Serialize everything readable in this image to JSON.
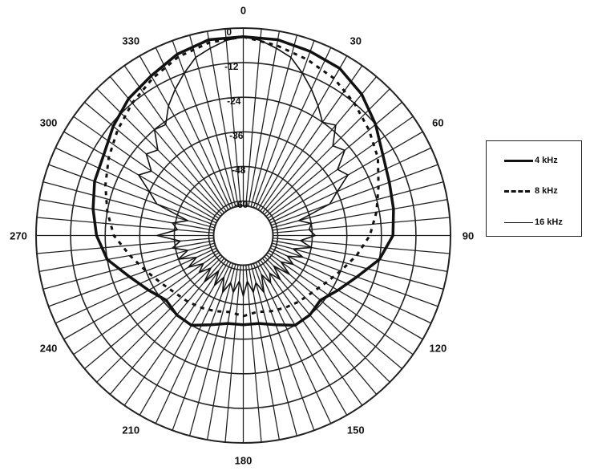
{
  "chart_data": {
    "type": "polar-line",
    "title": "",
    "angular_axis": {
      "unit": "degrees",
      "direction": "clockwise",
      "zero_at": "top",
      "tick_labels": [
        "0",
        "30",
        "60",
        "90",
        "120",
        "150",
        "180",
        "210",
        "240",
        "270",
        "300",
        "330"
      ],
      "tick_values": [
        0,
        30,
        60,
        90,
        120,
        150,
        180,
        210,
        240,
        270,
        300,
        330
      ],
      "spoke_step_deg": 5
    },
    "radial_axis": {
      "unit": "dB",
      "range": [
        -60,
        0
      ],
      "tick_labels": [
        "0",
        "-12",
        "-24",
        "-36",
        "-48",
        "-60"
      ],
      "tick_values": [
        0,
        -12,
        -24,
        -36,
        -48,
        -60
      ]
    },
    "legend": {
      "position": "right",
      "entries": [
        {
          "label": "4 kHz",
          "style": "thick-solid"
        },
        {
          "label": "8 kHz",
          "style": "dashed"
        },
        {
          "label": "16 kHz",
          "style": "thin-solid"
        }
      ]
    },
    "angles": [
      0,
      10,
      20,
      30,
      40,
      50,
      60,
      70,
      80,
      90,
      100,
      110,
      120,
      130,
      140,
      150,
      160,
      170,
      180,
      190,
      200,
      210,
      220,
      230,
      240,
      250,
      260,
      270,
      280,
      290,
      300,
      310,
      320,
      330,
      340,
      350
    ],
    "series": [
      {
        "name": "4 kHz",
        "style": "thick-solid",
        "values": [
          -3,
          -3,
          -4,
          -5,
          -8,
          -12,
          -16,
          -18,
          -19,
          -20,
          -24,
          -30,
          -34,
          -37,
          -36,
          -36,
          -39,
          -41,
          -41,
          -41,
          -39,
          -36,
          -36,
          -37,
          -34,
          -30,
          -24,
          -21,
          -19,
          -17,
          -16,
          -13,
          -10,
          -8,
          -5,
          -3
        ]
      },
      {
        "name": "8 kHz",
        "style": "dashed",
        "values": [
          -3,
          -5,
          -7,
          -9,
          -12,
          -15,
          -18,
          -22,
          -25,
          -28,
          -32,
          -36,
          -39,
          -41,
          -42,
          -43,
          -44,
          -45,
          -44,
          -45,
          -44,
          -43,
          -42,
          -41,
          -39,
          -36,
          -32,
          -27,
          -24,
          -21,
          -18,
          -15,
          -12,
          -9,
          -6,
          -4
        ]
      },
      {
        "name": "16 kHz",
        "style": "thin-solid",
        "angles": [
          0,
          5,
          10,
          15,
          20,
          25,
          30,
          35,
          40,
          45,
          50,
          55,
          60,
          65,
          70,
          75,
          80,
          85,
          90,
          95,
          100,
          105,
          110,
          115,
          120,
          125,
          130,
          135,
          140,
          145,
          150,
          155,
          160,
          165,
          170,
          175,
          180,
          185,
          190,
          195,
          200,
          205,
          210,
          215,
          220,
          225,
          230,
          235,
          240,
          245,
          250,
          255,
          260,
          265,
          270,
          275,
          280,
          285,
          290,
          295,
          300,
          305,
          310,
          315,
          320,
          325,
          330,
          335,
          340,
          345,
          350,
          355
        ],
        "values": [
          -3,
          -4,
          -6,
          -8,
          -12,
          -16,
          -20,
          -24,
          -22,
          -28,
          -26,
          -32,
          -30,
          -36,
          -40,
          -52,
          -48,
          -49,
          -47,
          -52,
          -48,
          -54,
          -50,
          -55,
          -52,
          -56,
          -51,
          -57,
          -52,
          -56,
          -53,
          -57,
          -51,
          -55,
          -52,
          -56,
          -51,
          -56,
          -52,
          -55,
          -51,
          -56,
          -52,
          -57,
          -51,
          -56,
          -52,
          -55,
          -50,
          -54,
          -48,
          -52,
          -47,
          -50,
          -42,
          -49,
          -47,
          -52,
          -40,
          -36,
          -30,
          -33,
          -28,
          -30,
          -24,
          -25,
          -20,
          -16,
          -12,
          -8,
          -6,
          -4
        ]
      }
    ]
  }
}
